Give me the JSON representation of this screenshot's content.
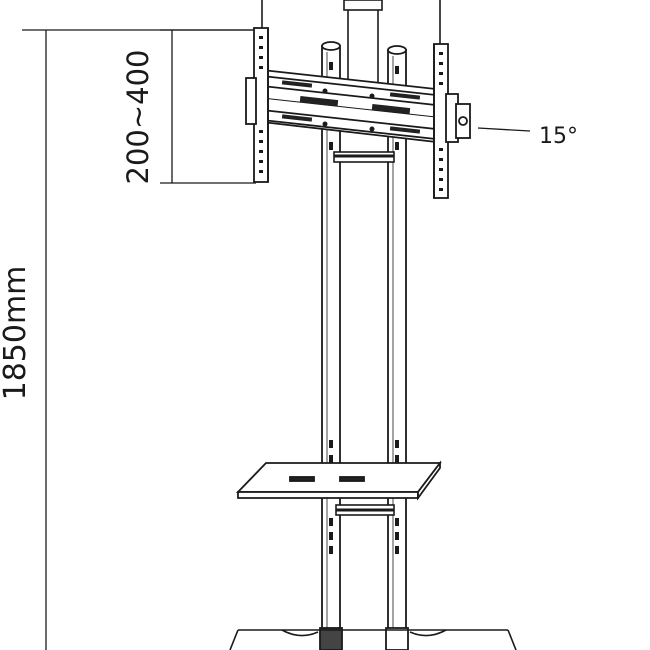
{
  "diagram": {
    "dimensions": {
      "total_height": "1850mm",
      "vesa_height_range": "200~400",
      "tilt_angle": "15°"
    },
    "colors": {
      "stroke": "#1a1a1a",
      "fill": "#ffffff",
      "dark_part": "#222222"
    }
  }
}
